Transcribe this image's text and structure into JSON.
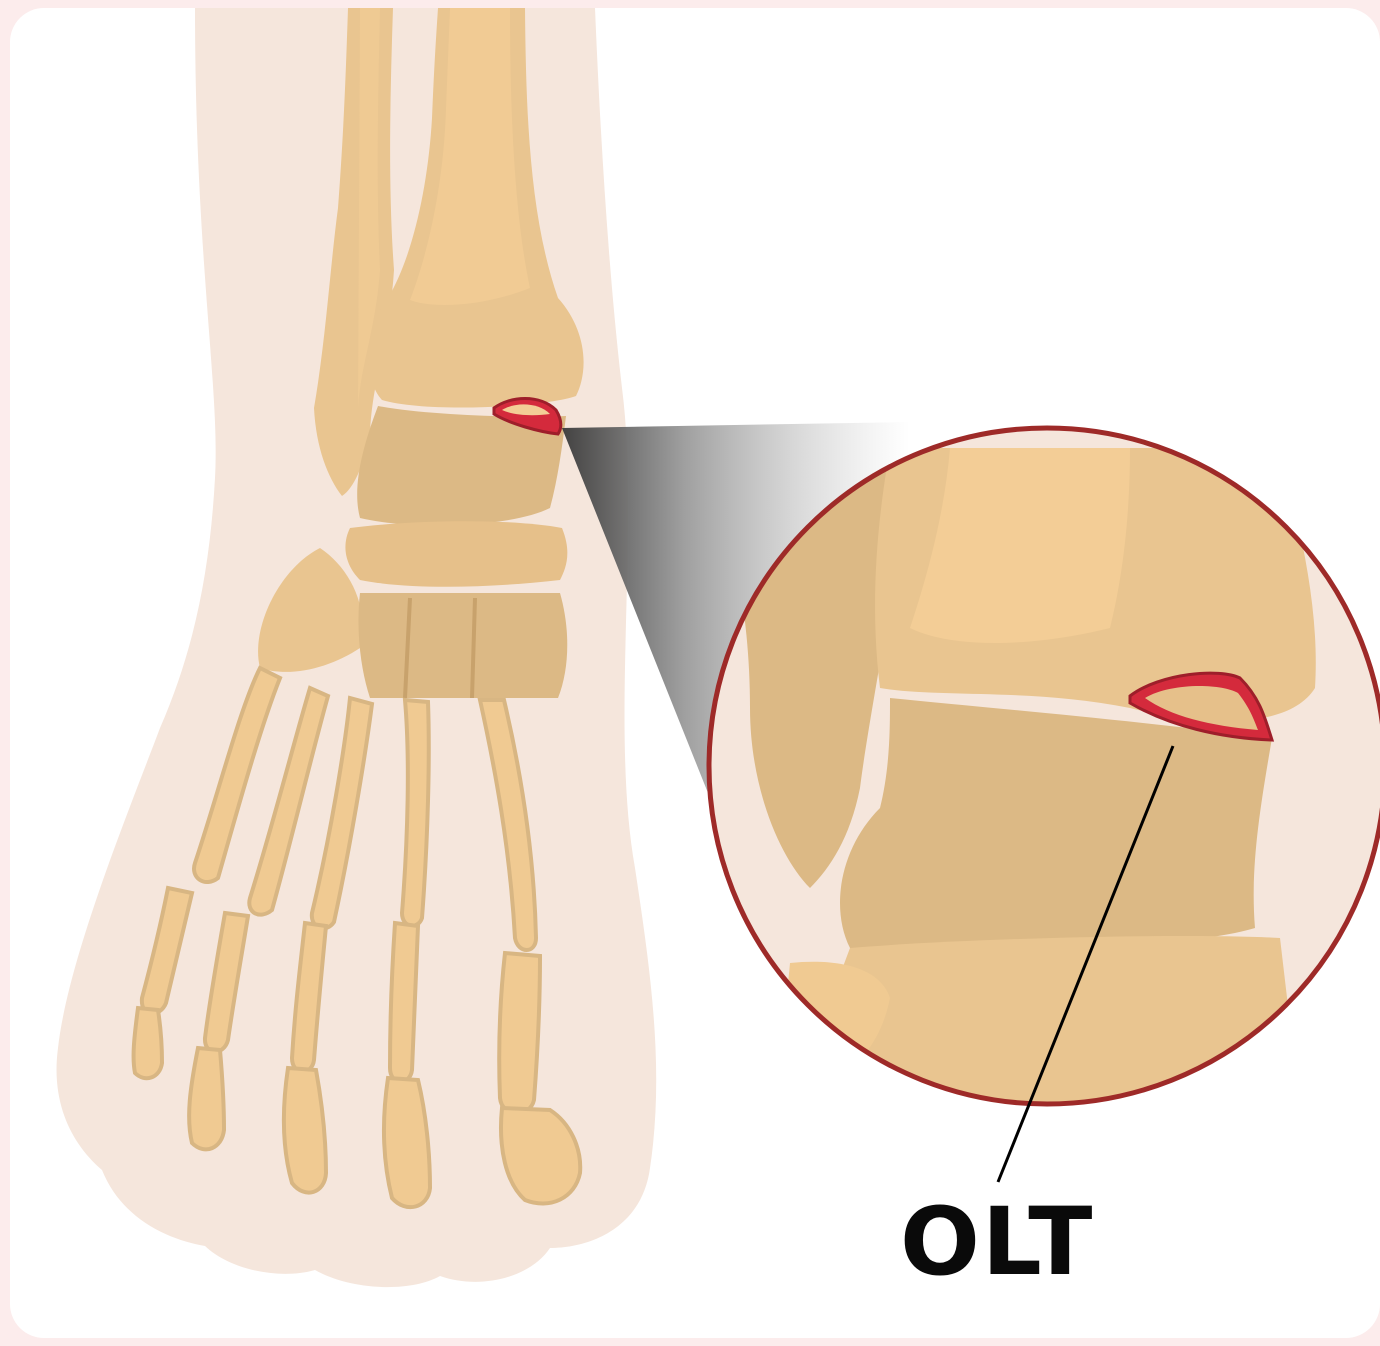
{
  "colors": {
    "background": "#fcecec",
    "panel": "#ffffff",
    "skin": "#f5e6dc",
    "bone_light": "#f3cd96",
    "bone_mid": "#e9c590",
    "bone_shadow": "#d8b683",
    "bone_dark": "#c8a26c",
    "lesion": "#d42a3c",
    "lesion_edge": "#9e1e2a",
    "magnifier_ring": "#9e2a28",
    "leader_line": "#000000"
  },
  "icons": {
    "magnifier": "zoom-circle",
    "lesion": "osteochondral-lesion"
  },
  "labels": {
    "lesion": "OLT"
  }
}
